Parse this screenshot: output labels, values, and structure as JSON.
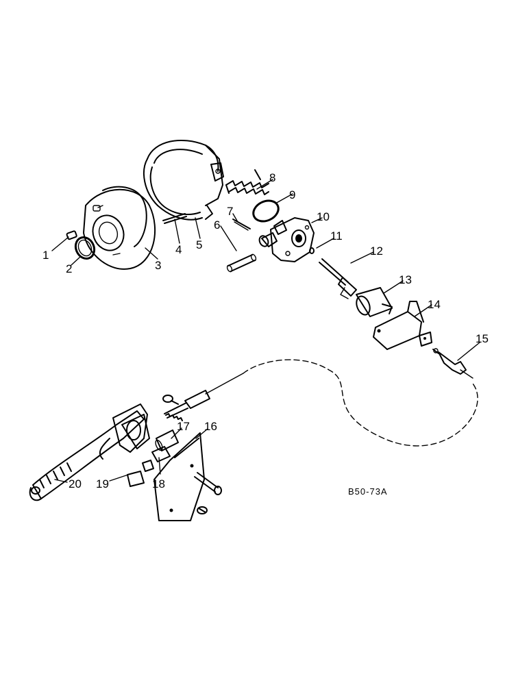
{
  "figure": {
    "reference_code": "B50-73A",
    "parts": [
      {
        "number": "1"
      },
      {
        "number": "2"
      },
      {
        "number": "3"
      },
      {
        "number": "4"
      },
      {
        "number": "5"
      },
      {
        "number": "6"
      },
      {
        "number": "7"
      },
      {
        "number": "8"
      },
      {
        "number": "9"
      },
      {
        "number": "10"
      },
      {
        "number": "11"
      },
      {
        "number": "12"
      },
      {
        "number": "13"
      },
      {
        "number": "14"
      },
      {
        "number": "15"
      },
      {
        "number": "16"
      },
      {
        "number": "17"
      },
      {
        "number": "18"
      },
      {
        "number": "19"
      },
      {
        "number": "20"
      }
    ]
  }
}
